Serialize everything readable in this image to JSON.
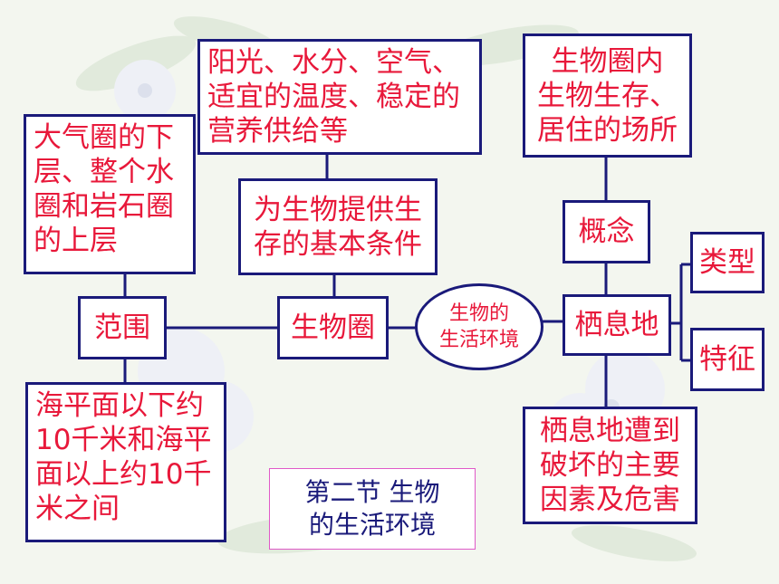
{
  "center": {
    "text": "生物的\n生活环境"
  },
  "biosphere": {
    "label": "生物圈"
  },
  "range": {
    "label": "范围",
    "top": "大气圈的下\n层、整个水\n圈和岩石圈\n的上层",
    "bottom": "海平面以下约\n10千米和海平\n面以上约10千\n米之间"
  },
  "conditions": {
    "label": "为生物提供生\n存的基本条件",
    "detail": "阳光、水分、空气、\n适宜的温度、稳定的\n营养供给等"
  },
  "habitat": {
    "label": "栖息地",
    "concept": "概念",
    "concept_detail": "生物圈内\n生物生存、\n居住的场所",
    "type": "类型",
    "feature": "特征",
    "damage": "栖息地遭到\n破坏的主要\n因素及危害"
  },
  "section_title": "第二节 生物\n的生活环境",
  "colors": {
    "text": "#e8183a",
    "border": "#1a1a7a",
    "title_border": "#e05ac8"
  }
}
